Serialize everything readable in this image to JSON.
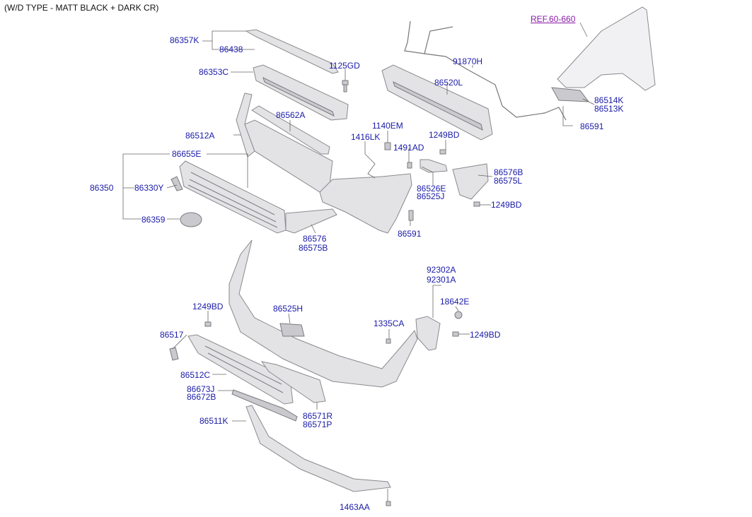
{
  "header": {
    "title": "(W/D TYPE - MATT BLACK + DARK CR)"
  },
  "reference": {
    "label": "REF.60-660"
  },
  "colors": {
    "label": "#1a1aa8",
    "reference": "#8a1aa8",
    "part_fill": "#e3e3e6",
    "part_stroke": "#8a8a8e"
  },
  "labels": {
    "p86357K": "86357K",
    "p86438": "86438",
    "p86353C": "86353C",
    "p1125GD": "1125GD",
    "p86562A": "86562A",
    "p86512A": "86512A",
    "p1140EM": "1140EM",
    "p1416LK": "1416LK",
    "p1491AD": "1491AD",
    "p1249BD_a": "1249BD",
    "p86655E": "86655E",
    "p86350": "86350",
    "p86330Y": "86330Y",
    "p86359": "86359",
    "p86576": "86576",
    "p86575B": "86575B",
    "p86591_a": "86591",
    "p86526E": "86526E",
    "p86525J": "86525J",
    "p86576B": "86576B",
    "p86575L": "86575L",
    "p1249BD_b": "1249BD",
    "p91870H": "91870H",
    "p86520L": "86520L",
    "p86514K": "86514K",
    "p86513K": "86513K",
    "p86591_b": "86591",
    "p92302A": "92302A",
    "p92301A": "92301A",
    "p18642E": "18642E",
    "p1249BD_c": "1249BD",
    "p1249BD_d": "1249BD",
    "p86525H": "86525H",
    "p1335CA": "1335CA",
    "p86517": "86517",
    "p86512C": "86512C",
    "p86673J": "86673J",
    "p86672B": "86672B",
    "p86571R": "86571R",
    "p86571P": "86571P",
    "p86511K": "86511K",
    "p1463AA": "1463AA"
  }
}
